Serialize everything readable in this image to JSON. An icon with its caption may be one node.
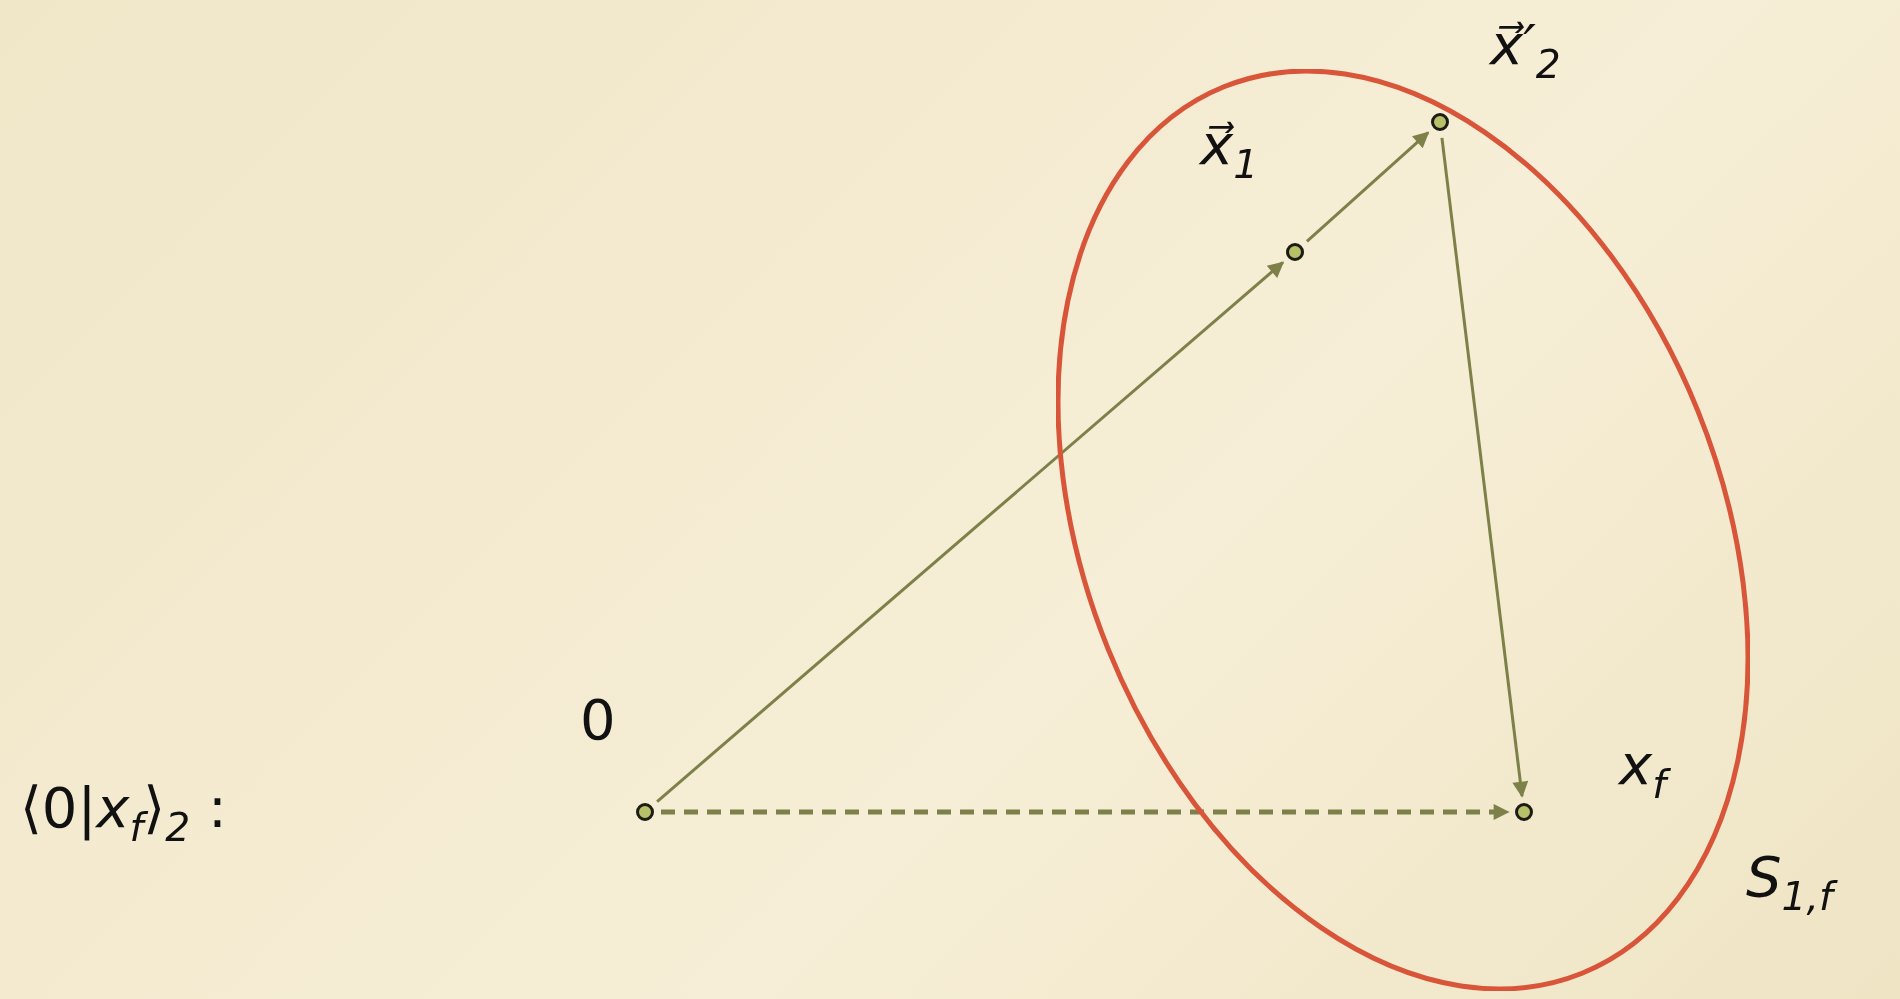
{
  "diagram": {
    "nodes": [
      {
        "text": [
          "*S*$_{1,f}$"
        ]
      },
      {
        "text": [],
        "shape": "circle",
        "beside": [
          "0"
        ]
      },
      {
        "text": [],
        "shape": "circle",
        "beside": [
          "x⃗$_{1}$"
        ],
        "in": 0
      },
      {
        "text": [],
        "shape": "circle",
        "beside": [
          "x⃗′$_{2}$"
        ],
        "in": 0
      },
      {
        "text": [],
        "shape": "circle",
        "beside": [
          "x$_{f}$"
        ],
        "in": 0
      }
    ],
    "edges": [
      {
        "from": 1,
        "to": 2,
        "arrow": "to"
      },
      {
        "from": 2,
        "to": 3,
        "arrow": "to"
      },
      {
        "from": 3,
        "to": 4,
        "arrow": "to"
      },
      {
        "from": 1,
        "to": 4,
        "arrow": "to",
        "style": "dashed"
      }
    ],
    "labels": [
      "⟨0|*x*$_{f}$⟩$_{2}$ :"
    ]
  }
}
